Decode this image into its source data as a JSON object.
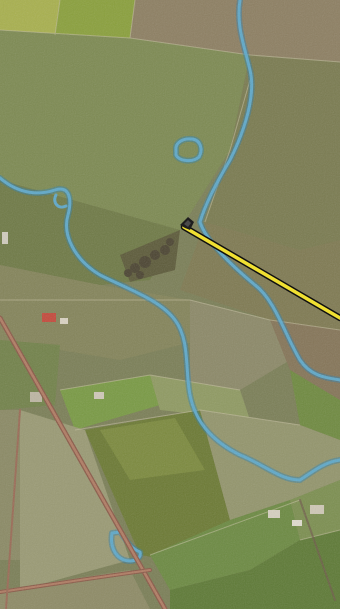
{
  "map": {
    "view": "satellite",
    "layers": [
      "field-patchwork",
      "waterways",
      "roads",
      "track-line"
    ],
    "colors": {
      "waterway": "#5fa8c8",
      "waterway_glow": "#2c7fb0",
      "road": "#b07c63",
      "road_edge": "#8a5a48",
      "track_line": "#f0e032",
      "track_outline": "#101010",
      "marker": "#1e1e1e",
      "field_light": "#b9b476",
      "field_green": "#6f8f3a",
      "field_dark": "#5f6a3a",
      "field_brown": "#8a7d5e"
    }
  },
  "track": {
    "marker_icon": "location-pin-icon"
  }
}
